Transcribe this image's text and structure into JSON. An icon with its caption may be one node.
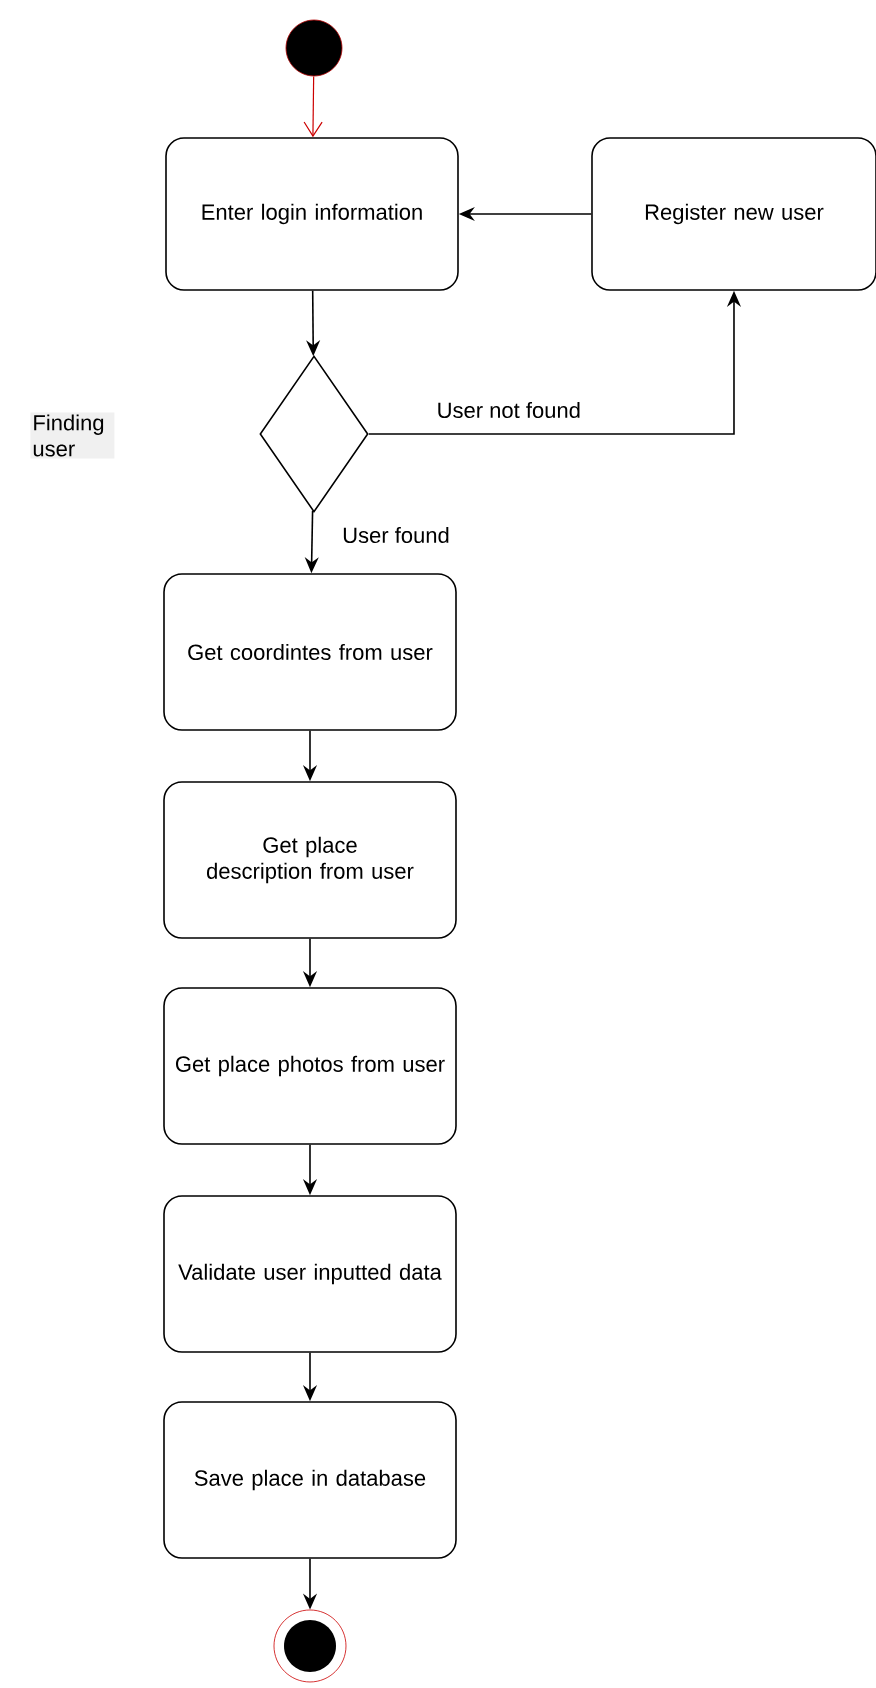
{
  "diagram": {
    "nodes": [
      {
        "text": [],
        "shape": "circle"
      },
      {
        "text": [
          "Enter login information"
        ]
      },
      {
        "text": [
          "Register new user"
        ]
      },
      {
        "text": [],
        "shape": "diamond"
      },
      {
        "text": [
          "Get coordintes from user"
        ]
      },
      {
        "text": [
          "Get place description from user"
        ]
      },
      {
        "text": [
          "Get place photos from user"
        ]
      },
      {
        "text": [
          "Validate user inputted data"
        ]
      },
      {
        "text": [
          "Save place in database"
        ]
      },
      {
        "text": [],
        "shape": "circle"
      }
    ],
    "edges": [
      {
        "from": 0,
        "to": 1,
        "arrow": "to",
        "color": "#cc0000"
      },
      {
        "from": 1,
        "to": 3,
        "arrow": "to"
      },
      {
        "from": 3,
        "to": 2,
        "arrow": "to",
        "label": "User not found"
      },
      {
        "from": 2,
        "to": 1,
        "arrow": "to"
      },
      {
        "from": 3,
        "to": 4,
        "arrow": "to",
        "label": "User found"
      },
      {
        "from": 4,
        "to": 5,
        "arrow": "to"
      },
      {
        "from": 5,
        "to": 6,
        "arrow": "to"
      },
      {
        "from": 6,
        "to": 7,
        "arrow": "to"
      },
      {
        "from": 7,
        "to": 8,
        "arrow": "to"
      },
      {
        "from": 8,
        "to": 9,
        "arrow": "to"
      }
    ],
    "labels": [
      "Finding user"
    ]
  }
}
